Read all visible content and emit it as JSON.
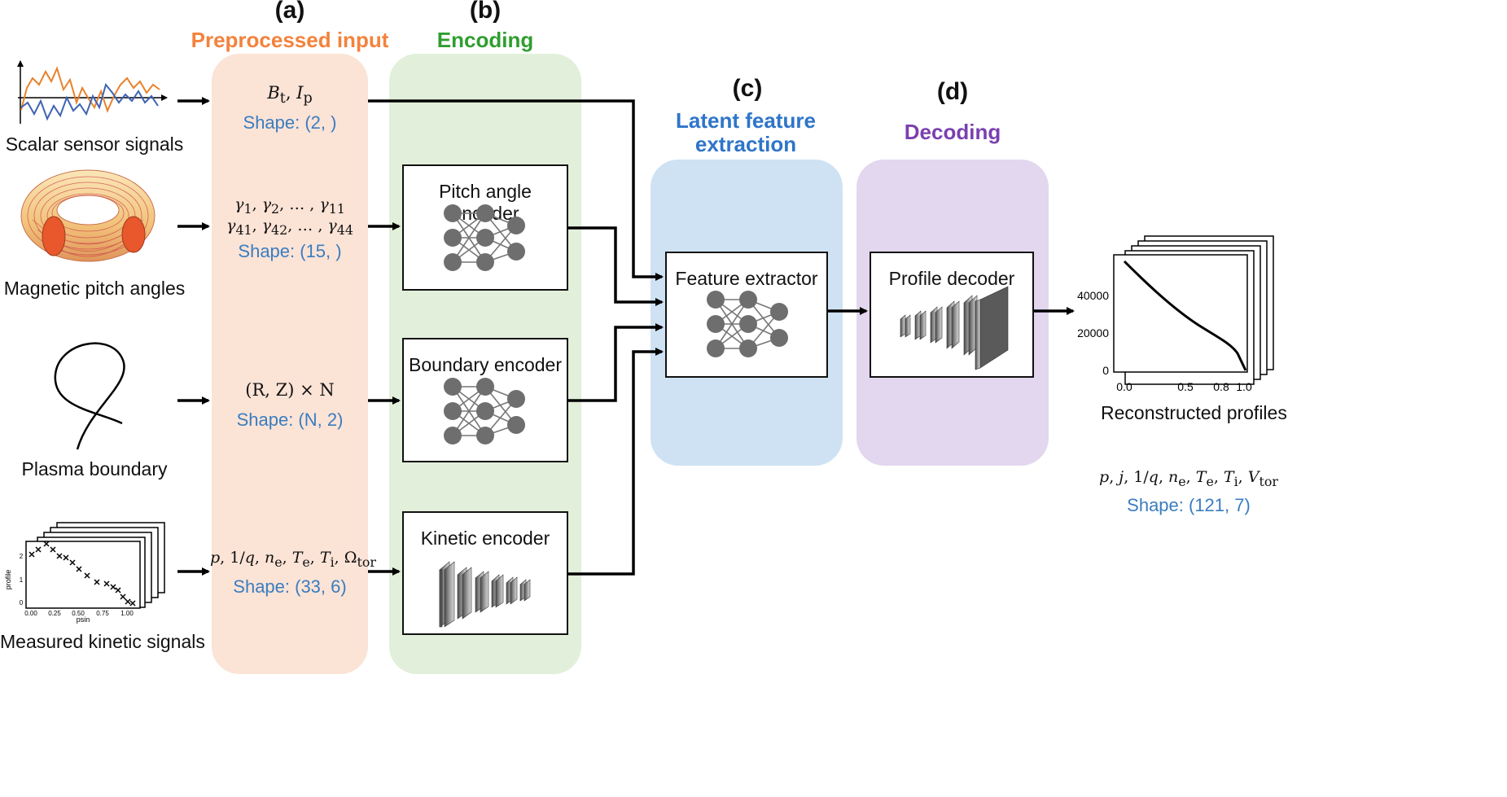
{
  "panels": {
    "a": {
      "letter": "(a)",
      "title": "Preprocessed input",
      "color": "#f4823c",
      "bg": "#fbe3d6"
    },
    "b": {
      "letter": "(b)",
      "title": "Encoding",
      "color": "#2f9e2f",
      "bg": "#e2efda"
    },
    "c": {
      "letter": "(c)",
      "title_line1": "Latent feature",
      "title_line2": "extraction",
      "color": "#2e75c8",
      "bg": "#cfe2f3"
    },
    "d": {
      "letter": "(d)",
      "title": "Decoding",
      "color": "#7a3fb0",
      "bg": "#e2d7ee"
    }
  },
  "inputs": {
    "scalar": {
      "label": "Scalar sensor signals",
      "math": "Bt, Ip",
      "shape": "Shape: (2, )"
    },
    "pitch": {
      "label": "Magnetic pitch angles",
      "math_line1": "γ1, γ2, … , γ11",
      "math_line2": "γ41, γ42, … , γ44",
      "shape": "Shape: (15, )"
    },
    "boundary": {
      "label": "Plasma boundary",
      "math": "(R, Z) × N",
      "shape": "Shape: (N, 2)"
    },
    "kinetic": {
      "label": "Measured kinetic signals",
      "math": "p, 1/q, ne, Te, Ti, Ωtor",
      "shape": "Shape: (33, 6)",
      "plot": {
        "ylabel": "profile",
        "xlabel": "psin",
        "xticks": [
          "0.00",
          "0.25",
          "0.50",
          "0.75",
          "1.00"
        ],
        "yticks": [
          "0",
          "1",
          "2"
        ]
      }
    }
  },
  "encoders": {
    "pitch": "Pitch angle encoder",
    "boundary": "Boundary encoder",
    "kinetic": "Kinetic encoder"
  },
  "extractor": "Feature extractor",
  "decoder": "Profile decoder",
  "output": {
    "label": "Reconstructed profiles",
    "math": "p, j, 1/q, ne, Te, Ti, Vtor",
    "shape": "Shape: (121, 7)",
    "plot": {
      "yticks": [
        "40000",
        "20000",
        "0"
      ],
      "xticks": [
        "0.0",
        "0.5",
        "0.8",
        "1.0"
      ]
    }
  }
}
